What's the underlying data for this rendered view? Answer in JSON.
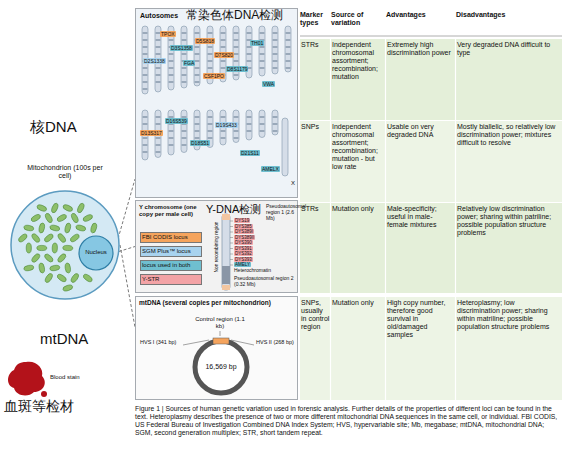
{
  "diagram": {
    "caption": "Figure 1 | Sources of human genetic variation used in forensic analysis. Further details of the properties of different loci can be found in the text. Heteroplasmy describes the presence of two or more different mitochondrial DNA sequences in the same cell, or individual. FBI CODIS, US Federal Bureau of Investigation Combined DNA Index System; HVS, hypervariable site; Mb, megabase; mtDNA, mitochondrial DNA; SGM, second generation multiplex; STR, short tandem repeat.",
    "nodes": [
      {
        "text": [
          "Autosomes",
          "常染色体DNA检测"
        ]
      },
      {
        "text": [
          "Mitochondrion (100s per cell)"
        ]
      },
      {
        "text": [
          "Nucleus"
        ],
        "in": 1
      },
      {
        "text": [
          "Y chromosome (one copy per male cell)",
          "Y-DNA检测"
        ]
      },
      {
        "text": [
          "mtDNA (several copies per mitochondrion)"
        ]
      },
      {
        "text": [
          "16,569 bp"
        ],
        "in": 4
      },
      {
        "text": [
          "Blood stain",
          "血斑等检材"
        ]
      }
    ],
    "edges": [
      {
        "from": 2,
        "to": 0,
        "arrow": "none"
      },
      {
        "from": 2,
        "to": 3,
        "arrow": "none"
      },
      {
        "from": 1,
        "to": 4,
        "arrow": "none"
      }
    ],
    "labels": [
      "核DNA",
      "mtDNA",
      "Marker types",
      "Source of variation",
      "Advantages",
      "Disadvantages",
      "STRs",
      "Independent chromosomal assortment; recombination; mutation",
      "Extremely high discrimination power",
      "Very degraded DNA difficult to type",
      "SNPs",
      "Independent chromosomal assortment; recombination; mutation - but low rate",
      "Usable on very degraded DNA",
      "Mostly biallelic, so relatively low discrimination power; mixtures difficult to resolve",
      "STRs",
      "Mutation only",
      "Male-specificity; useful in male-female mixtures",
      "Relatively low discrimination power; sharing within patriline; possible population structure problems",
      "SNPs, usually in control region",
      "Mutation only",
      "High copy number, therefore good survival in old/damaged samples",
      "Heteroplasmy; low discrimination power; sharing within matriline; possible population structure problems",
      "TPOX",
      "D3S1358",
      "FGA",
      "D5S818",
      "CSF1PO",
      "D7S820",
      "D8S1179",
      "TH01",
      "VWA",
      "D2S1338",
      "D13S317",
      "D16S539",
      "D18S51",
      "D19S433",
      "D21S11",
      "AMELX",
      "X",
      "Pseudoautosomal region 1 (2.6 Mb)",
      "Non recombining region",
      "Heterochromatin",
      "Pseudoautosomal region 2 (0.32 Mb)",
      "DYS19",
      "DYS385",
      "DYS389I",
      "DYS389II",
      "DYS390",
      "DYS391",
      "DYS392",
      "DYS393",
      "AMELY",
      "Control region (1.1 kb)",
      "HVS I (341 bp)",
      "HVS II (268 bp)"
    ],
    "legend": [
      {
        "text": "FBI CODIS locus",
        "color": "#f5a45d"
      },
      {
        "text": "SGM Plus™ locus",
        "color": "#a8d3ef"
      },
      {
        "text": "locus used in both",
        "color": "#6fbfd0"
      },
      {
        "text": "Y-STR",
        "color": "#f3a3a6"
      }
    ]
  }
}
